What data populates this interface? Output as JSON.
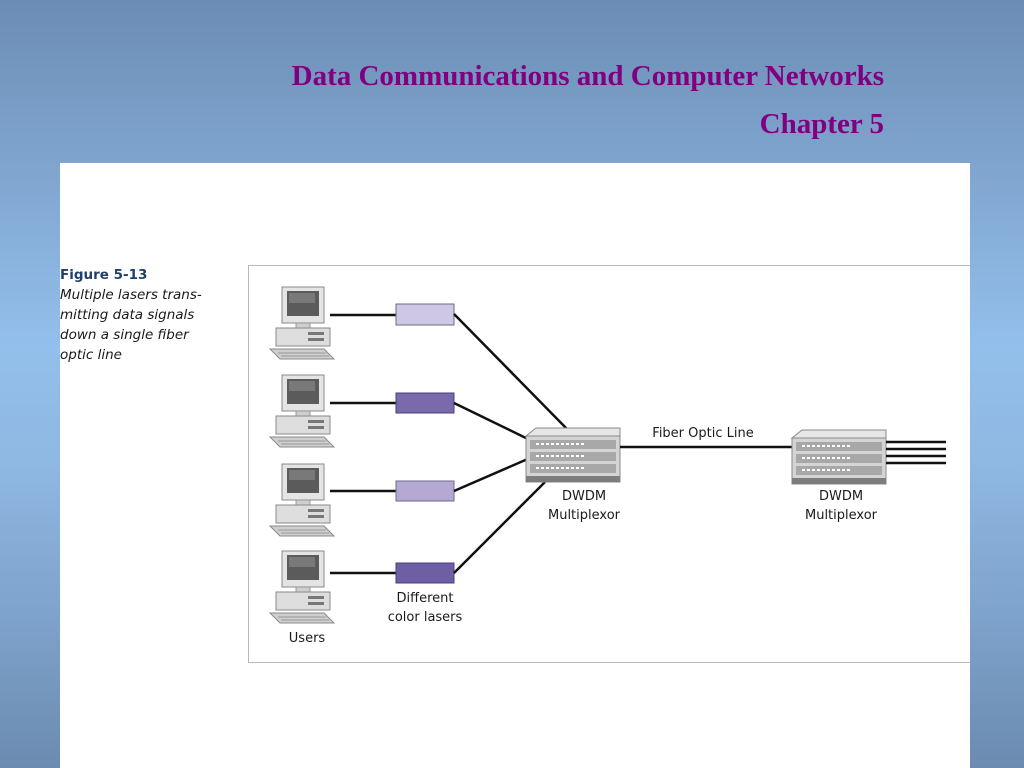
{
  "slide": {
    "title_line1": "Data Communications and Computer Networks",
    "title_line2": "Chapter 5"
  },
  "figure": {
    "number": "Figure 5-13",
    "caption": "Multiple lasers trans-mitting data signals down a single fiber optic line",
    "caption_lines": [
      "Multiple lasers trans-",
      "mitting data signals",
      "down a single fiber",
      "optic line"
    ]
  },
  "diagram": {
    "users_label": "Users",
    "lasers_label_line1": "Different",
    "lasers_label_line2": "color lasers",
    "fiber_label": "Fiber Optic Line",
    "mux_left_line1": "DWDM",
    "mux_left_line2": "Multiplexor",
    "mux_right_line1": "DWDM",
    "mux_right_line2": "Multiplexor",
    "laser_colors": [
      "#cfc8e4",
      "#7a6aab",
      "#b5a9d4",
      "#6e5ea4"
    ]
  }
}
